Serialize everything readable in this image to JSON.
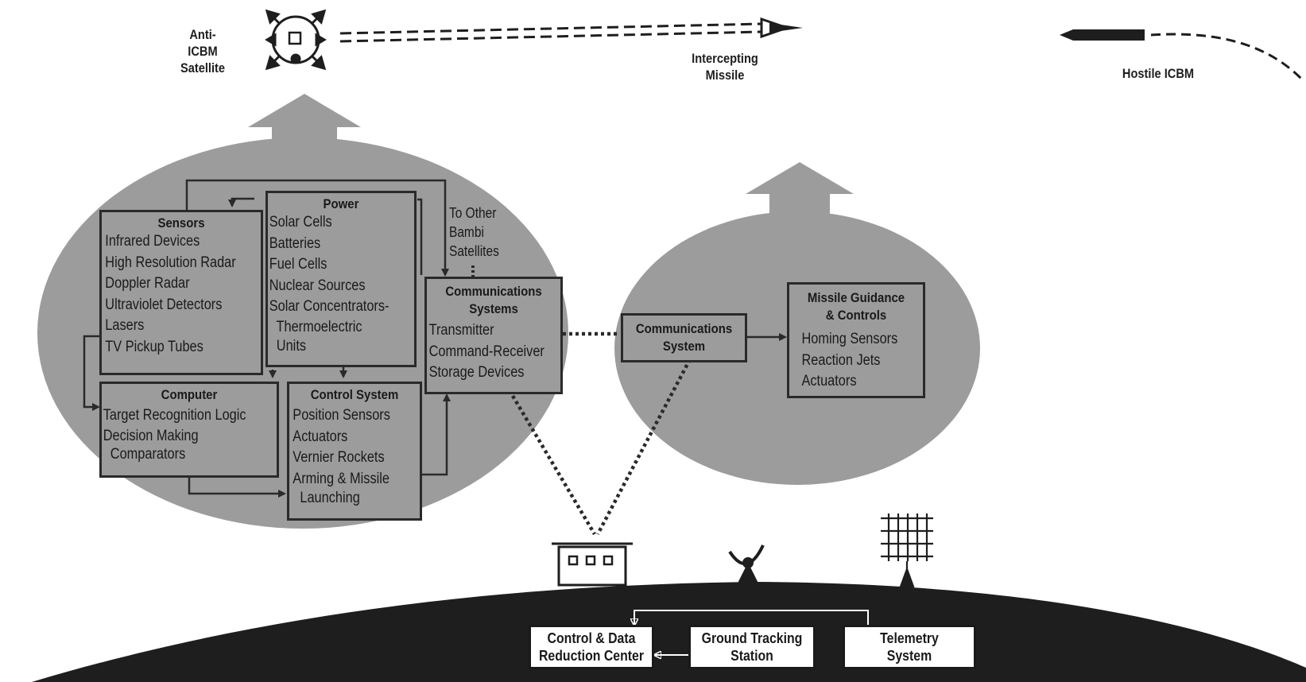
{
  "labels": {
    "anti_icbm_satellite": "Anti-ICBM\nSatellite",
    "intercepting_missile": "Intercepting\nMissile",
    "hostile_icbm": "Hostile ICBM",
    "to_other_bambi": [
      "To Other",
      "Bambi",
      "Satellites"
    ]
  },
  "satellite_boxes": {
    "sensors": {
      "title": "Sensors",
      "items": [
        "Infrared Devices",
        "High Resolution Radar",
        "Doppler Radar",
        "Ultraviolet Detectors",
        "Lasers",
        "TV Pickup Tubes"
      ]
    },
    "power": {
      "title": "Power",
      "items": [
        "Solar Cells",
        "Batteries",
        "Fuel Cells",
        "Nuclear Sources",
        "Solar Concentrators-",
        "  Thermoelectric",
        "  Units"
      ]
    },
    "communications_systems": {
      "title": "Communications\nSystems",
      "items": [
        "Transmitter",
        "Command-Receiver",
        "Storage Devices"
      ]
    },
    "computer": {
      "title": "Computer",
      "items": [
        "Target Recognition Logic",
        "Decision Making",
        "  Comparators"
      ]
    },
    "control_system": {
      "title": "Control System",
      "items": [
        "Position Sensors",
        "Actuators",
        "Vernier Rockets",
        "Arming & Missile",
        "  Launching"
      ]
    }
  },
  "missile_boxes": {
    "communications_system": {
      "title": "Communications\nSystem"
    },
    "missile_guidance": {
      "title": "Missile Guidance\n& Controls",
      "items": [
        "Homing Sensors",
        "Reaction Jets",
        "Actuators"
      ]
    }
  },
  "ground_boxes": {
    "control_data": "Control & Data\nReduction Center",
    "ground_tracking": "Ground Tracking\nStation",
    "telemetry": "Telemetry\nSystem"
  },
  "colors": {
    "ellipse_fill": "#9c9c9c",
    "line": "#2a2a2a",
    "ground": "#1e1e1e",
    "background": "#ffffff"
  }
}
